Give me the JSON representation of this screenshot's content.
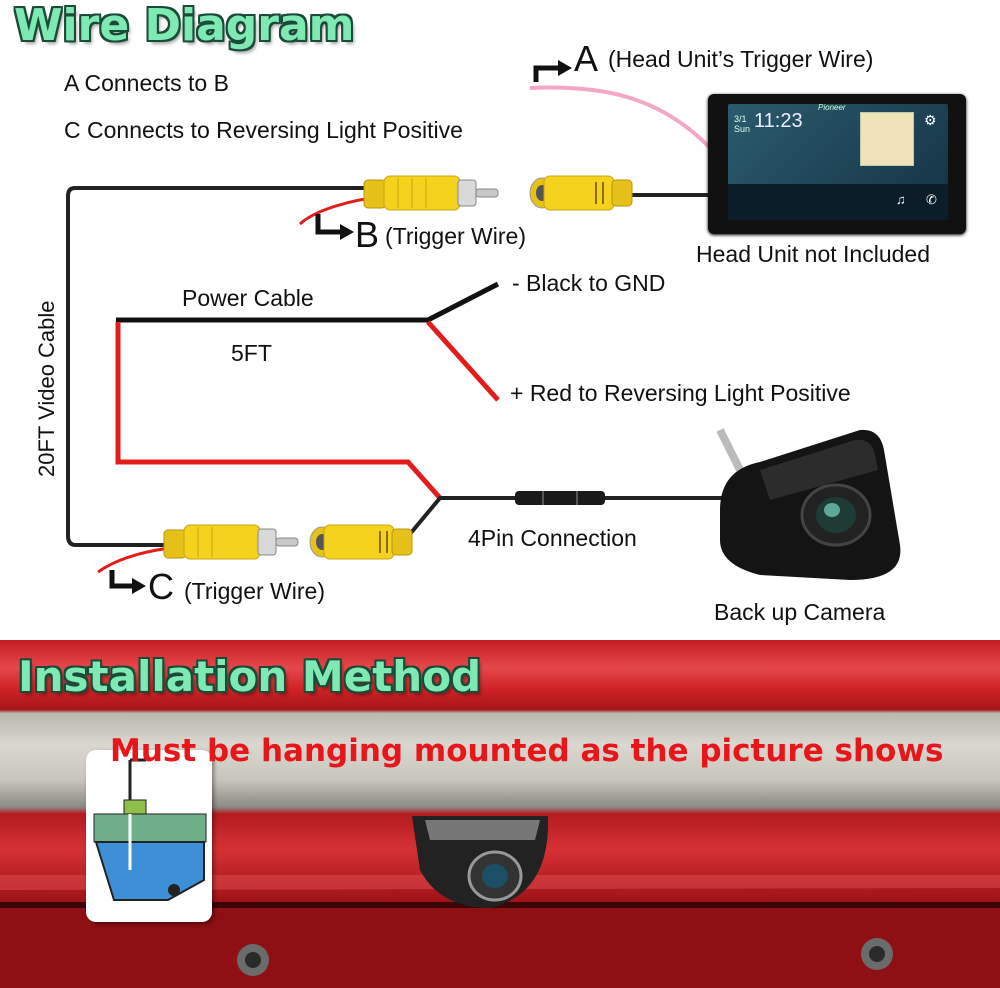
{
  "titles": {
    "wire_diagram": "Wire Diagram",
    "installation_method": "Installation Method"
  },
  "notes": {
    "a_to_b": "A Connects to B",
    "c_to_reverse": "C Connects to Reversing Light Positive"
  },
  "labels": {
    "a_letter": "A",
    "a_text": "(Head Unit’s Trigger Wire)",
    "b_letter": "B",
    "b_text": "(Trigger Wire)",
    "c_letter": "C",
    "c_text": "(Trigger Wire)",
    "head_unit": "Head Unit not Included",
    "power_cable": "Power Cable",
    "power_length": "5FT",
    "black_gnd": "- Black to GND",
    "red_reverse": "+ Red to Reversing Light Positive",
    "video_cable": "20FT Video Cable",
    "four_pin": "4Pin Connection",
    "camera": "Back up Camera"
  },
  "head_unit_screen": {
    "time": "11:23",
    "date_top": "3/1",
    "date_bottom": "Sun",
    "brand": "Pioneer"
  },
  "installation": {
    "warning": "Must be hanging mounted as the picture shows"
  },
  "colors": {
    "title_fill": "#7fe9b4",
    "rca_yellow": "#f4d21e",
    "wire_red": "#e31b1b",
    "wire_pink": "#f4a6c6",
    "bumper_red": "#c81f22",
    "warning_red": "#e8161b"
  }
}
